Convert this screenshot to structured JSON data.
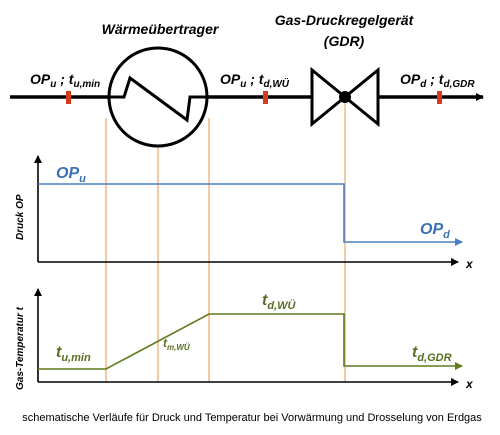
{
  "colors": {
    "pressure_line": "#4a7fc1",
    "temperature_line": "#5f7a1f",
    "guide_line": "#e8a66a",
    "pipe": "#000000",
    "marker": "#d83a1e",
    "text_blue": "#3b70b5",
    "text_green": "#5a6e22"
  },
  "top": {
    "heat_exchanger_title": "Wärmeübertrager",
    "gdr_title_line1": "Gas-Druckregelgerät",
    "gdr_title_line2": "(GDR)",
    "label_inlet": {
      "main": "OP",
      "sub1": "u",
      "sep": " ; ",
      "t": "t",
      "sub2": "u,min"
    },
    "label_mid": {
      "main": "OP",
      "sub1": "u",
      "sep": " ; ",
      "t": "t",
      "sub2": "d,WÜ"
    },
    "label_out": {
      "main": "OP",
      "sub1": "d",
      "sep": " ; ",
      "t": "t",
      "sub2": "d,GDR"
    }
  },
  "pressure_chart": {
    "ylabel": "Druck OP",
    "xlabel": "x",
    "label_high": {
      "main": "OP",
      "sub": "u"
    },
    "label_low": {
      "main": "OP",
      "sub": "d"
    }
  },
  "temperature_chart": {
    "ylabel": "Gas-Temperatur t",
    "xlabel": "x",
    "label_min": {
      "main": "t",
      "sub": "u,min"
    },
    "label_mid": {
      "main": "t",
      "sub": "m,WÜ"
    },
    "label_max": {
      "main": "t",
      "sub": "d,WÜ"
    },
    "label_gdr": {
      "main": "t",
      "sub": "d,GDR"
    }
  },
  "caption": "schematische Verläufe für Druck und Temperatur bei Vorwärmung und Drosselung von Erdgas"
}
